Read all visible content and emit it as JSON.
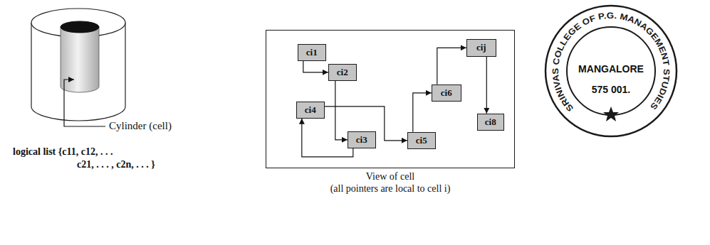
{
  "diagram": {
    "nodes": [
      {
        "text": [
          "View of cell",
          "(all pointers are local to cell i)"
        ]
      },
      {
        "text": [
          "ci1"
        ],
        "in": 0
      },
      {
        "text": [
          "ci2"
        ],
        "in": 0
      },
      {
        "text": [
          "ci4"
        ],
        "in": 0
      },
      {
        "text": [
          "ci3"
        ],
        "in": 0
      },
      {
        "text": [
          "ci5"
        ],
        "in": 0
      },
      {
        "text": [
          "ci6"
        ],
        "in": 0
      },
      {
        "text": [
          "cij"
        ],
        "in": 0
      },
      {
        "text": [
          "ci8"
        ],
        "in": 0
      }
    ],
    "edges": [
      {
        "from": 1,
        "to": 2,
        "arrow": "to"
      },
      {
        "from": 2,
        "to": 4,
        "arrow": "to"
      },
      {
        "from": 4,
        "to": 3,
        "arrow": "to"
      },
      {
        "from": 3,
        "to": 5,
        "arrow": "to"
      },
      {
        "from": 5,
        "to": 6,
        "arrow": "to"
      },
      {
        "from": 6,
        "to": 7,
        "arrow": "to"
      },
      {
        "from": 7,
        "to": 8,
        "arrow": "to"
      }
    ],
    "labels": [
      "Cylinder (cell)",
      "logical list {c11, c12, . . .",
      "c21, . . . , c2n, . . . }",
      "SRINIVAS COLLEGE OF P.G. MANAGEMENT STUDIES",
      "MANGALORE",
      "575 001."
    ]
  }
}
